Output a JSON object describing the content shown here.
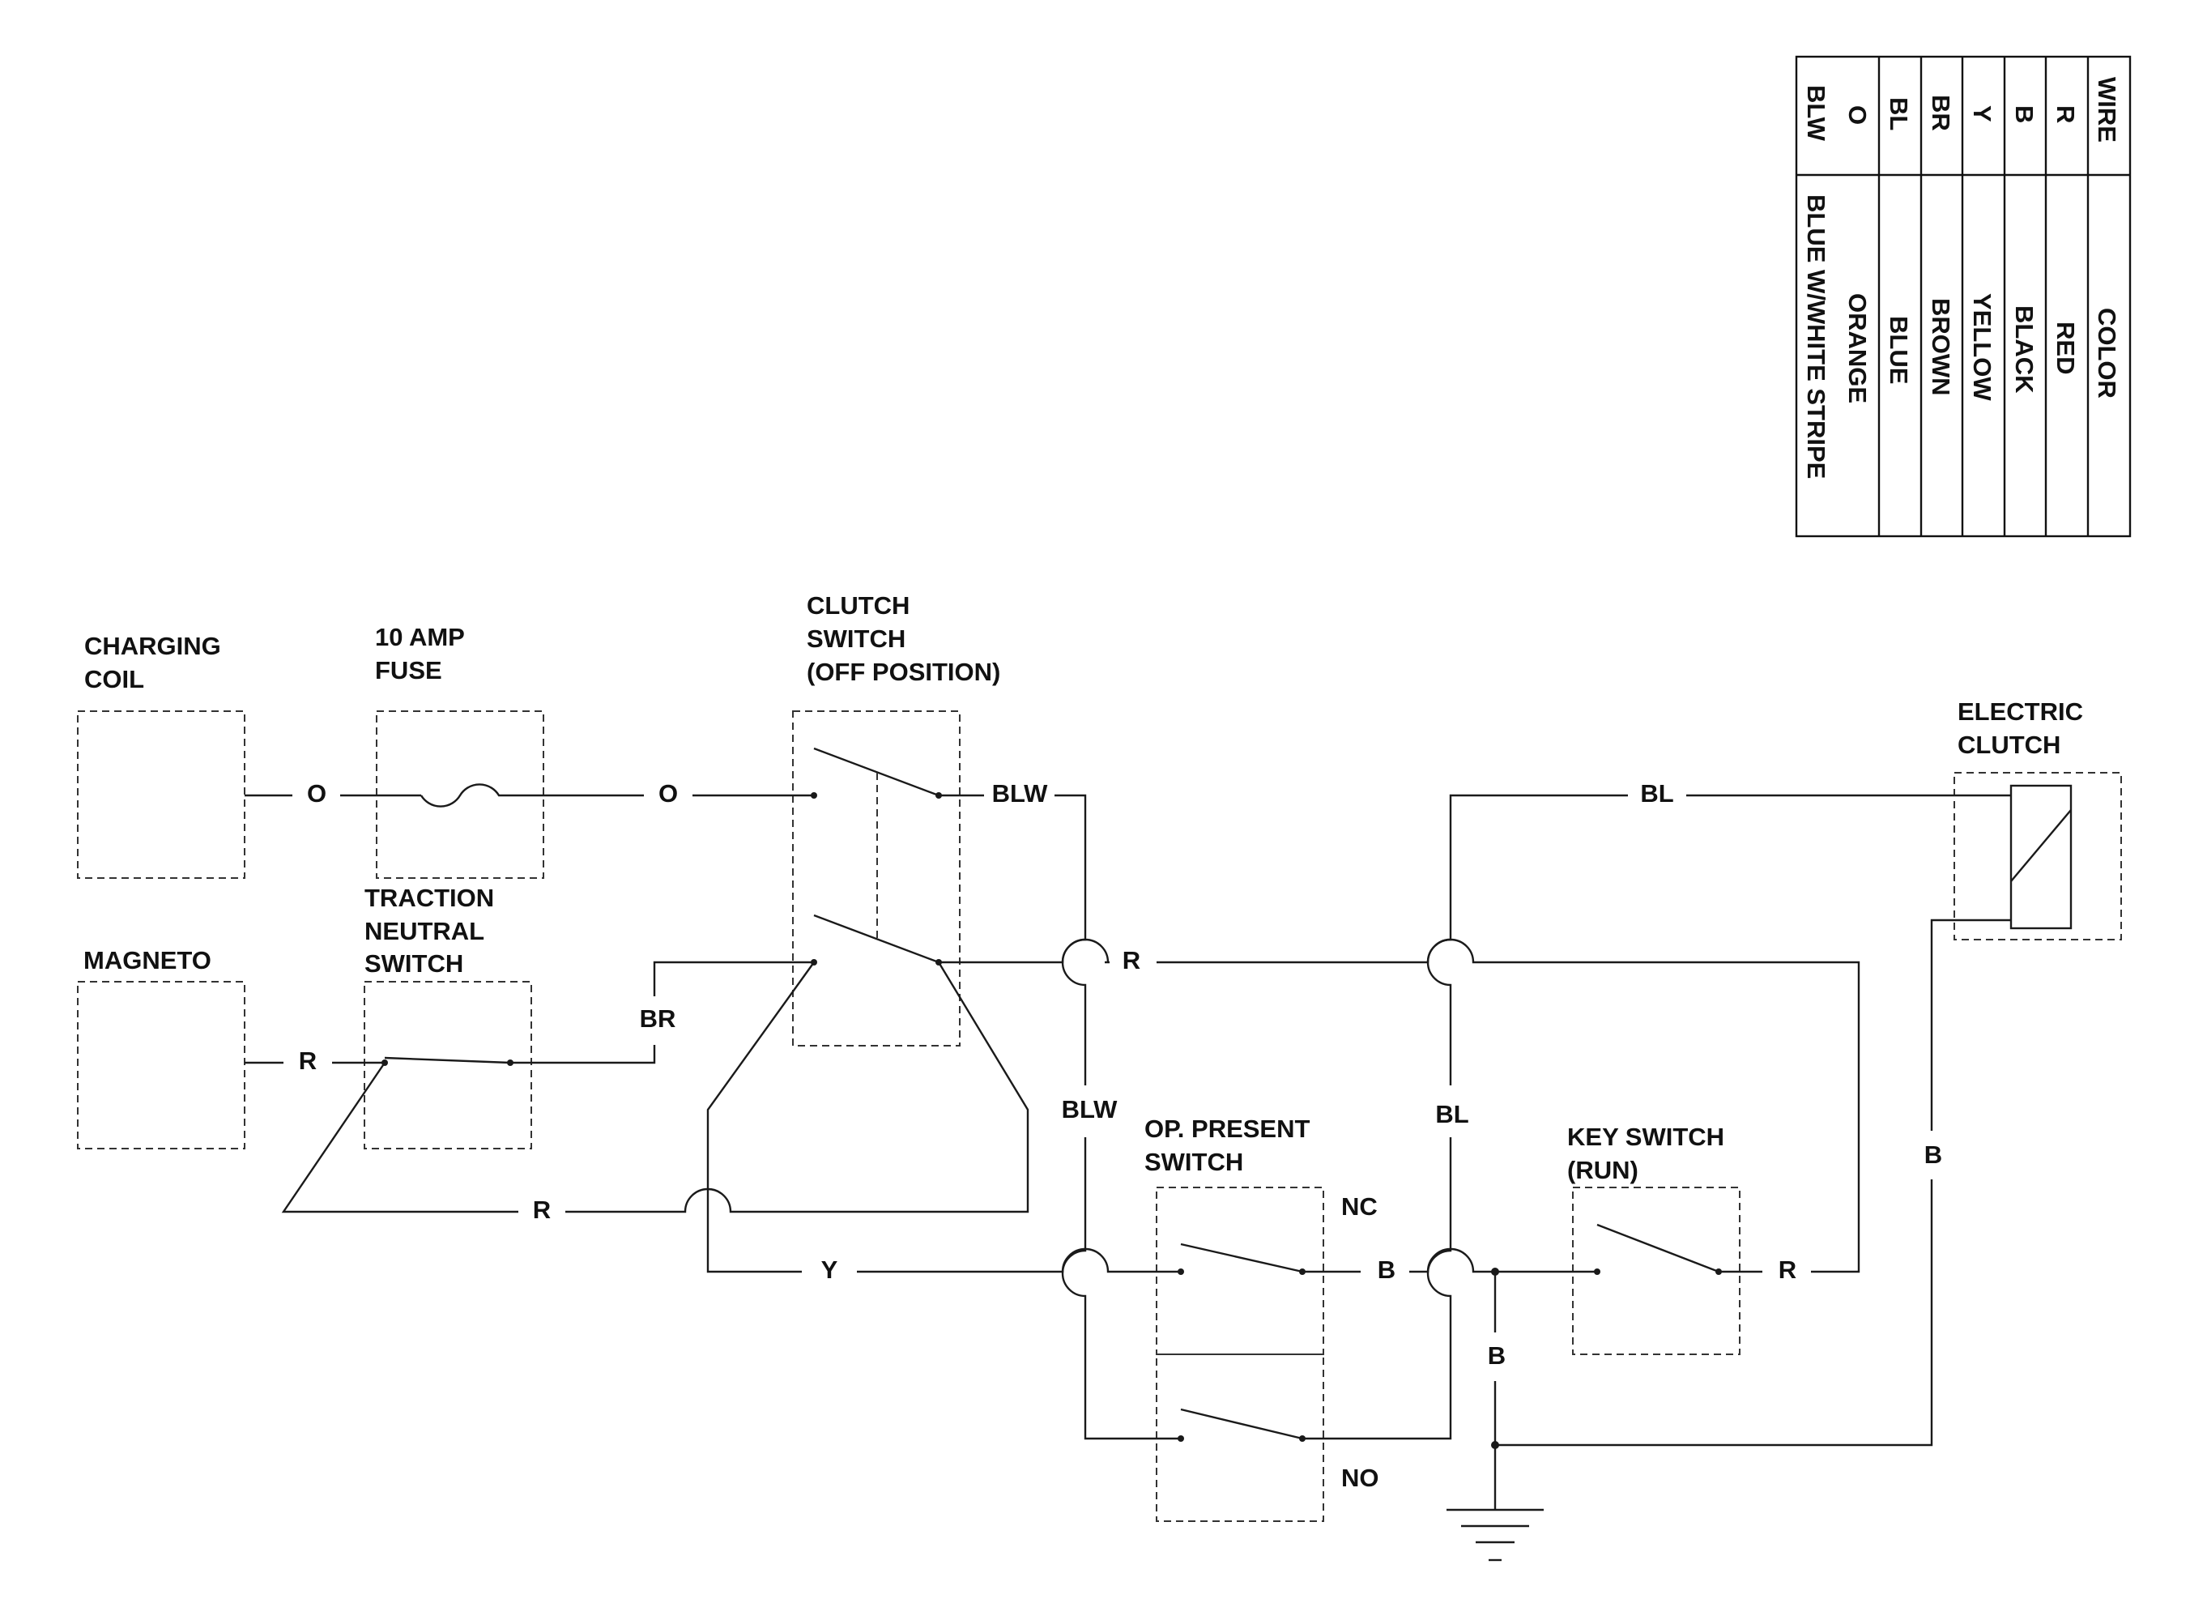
{
  "components": {
    "charging_coil": [
      "CHARGING",
      "COIL"
    ],
    "fuse": [
      "10 AMP",
      "FUSE"
    ],
    "clutch_switch": [
      "CLUTCH",
      "SWITCH",
      "(OFF POSITION)"
    ],
    "electric_clutch": [
      "ELECTRIC",
      "CLUTCH"
    ],
    "magneto": [
      "MAGNETO"
    ],
    "traction_neutral_switch": [
      "TRACTION",
      "NEUTRAL",
      "SWITCH"
    ],
    "op_present_switch": [
      "OP. PRESENT",
      "SWITCH"
    ],
    "key_switch": [
      "KEY SWITCH",
      "(RUN)"
    ],
    "op_nc": "NC",
    "op_no": "NO"
  },
  "wire_labels": {
    "coil_to_fuse": "O",
    "fuse_to_clutch": "O",
    "clutch_out_top": "BLW",
    "clutch_to_electric": "BL",
    "red_mid": "R",
    "brown": "BR",
    "magneto_out": "R",
    "blw_vertical": "BLW",
    "bl_vertical": "BL",
    "red_bottom": "R",
    "yellow": "Y",
    "op_to_key": "B",
    "key_out": "R",
    "black_right": "B",
    "ground_branch": "B"
  },
  "legend": {
    "header": {
      "wire": "WIRE",
      "color": "COLOR"
    },
    "rows": [
      {
        "wire": "R",
        "color": "RED"
      },
      {
        "wire": "B",
        "color": "BLACK"
      },
      {
        "wire": "Y",
        "color": "YELLOW"
      },
      {
        "wire": "BR",
        "color": "BROWN"
      },
      {
        "wire": "BL",
        "color": "BLUE"
      },
      {
        "wire": "O",
        "color": "ORANGE"
      },
      {
        "wire": "BLW",
        "color": "BLUE W/WHITE STRIPE"
      }
    ]
  }
}
